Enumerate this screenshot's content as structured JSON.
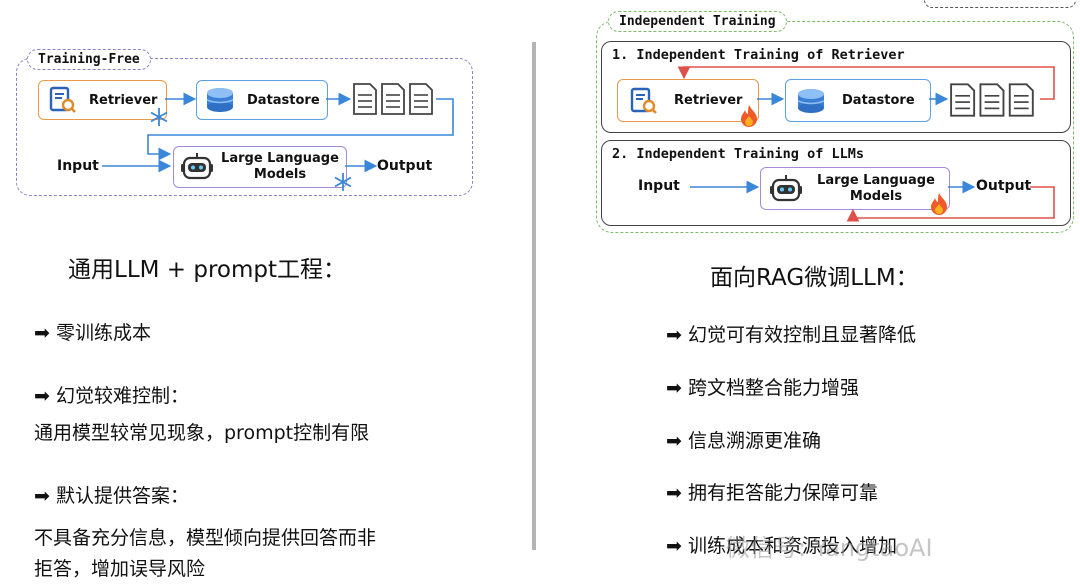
{
  "left_diagram": {
    "tag": "Training-Free",
    "retriever": "Retriever",
    "datastore": "Datastore",
    "input": "Input",
    "llm_line1": "Large Language",
    "llm_line2": "Models",
    "output": "Output"
  },
  "right_diagram": {
    "tag": "Independent Training",
    "box1_title": "1. Independent Training of Retriever",
    "retriever": "Retriever",
    "datastore": "Datastore",
    "box2_title": "2. Independent Training of LLMs",
    "input": "Input",
    "llm_line1": "Large Language",
    "llm_line2": "Models",
    "output": "Output"
  },
  "left_text": {
    "heading": "通用LLM + prompt工程：",
    "b1": "➡ 零训练成本",
    "b2": "➡ 幻觉较难控制：",
    "b2_detail": "通用模型较常见现象，prompt控制有限",
    "b3": "➡ 默认提供答案：",
    "b3_detail_line1": "不具备充分信息，模型倾向提供回答而非",
    "b3_detail_line2": "拒答，增加误导风险"
  },
  "right_text": {
    "heading": "面向RAG微调LLM：",
    "b1": "➡ 幻觉可有效控制且显著降低",
    "b2": "➡ 跨文档整合能力增强",
    "b3": "➡ 信息溯源更准确",
    "b4": "➡ 拥有拒答能力保障可靠",
    "b5": "➡ 训练成本和资源投入增加"
  },
  "watermark": "微信号: YangtaoAI",
  "colors": {
    "retriever_border": "#e89a4c",
    "datastore_border": "#5aa0e6",
    "llm_border": "#a68ad6",
    "arrow_blue": "#3a86d8",
    "arrow_red": "#e0504a",
    "panel_dash_purple": "#8a82c8",
    "panel_dash_green": "#7dbb6a",
    "divider": "#b5b5b5"
  },
  "icons": [
    "search-doc-icon",
    "database-icon",
    "document-stack-icon",
    "robot-icon",
    "snowflake-icon",
    "fire-icon",
    "arrow-right-icon"
  ]
}
